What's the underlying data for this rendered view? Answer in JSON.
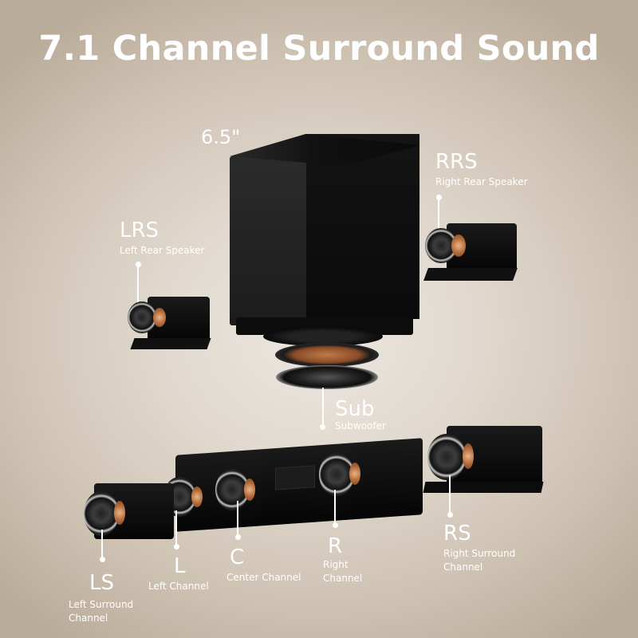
{
  "title": "7.1 Channel Surround Sound",
  "subwoofer_size": "6.5\"",
  "labels": {
    "rrs": {
      "code": "RRS",
      "name": "Right Rear Speaker"
    },
    "lrs": {
      "code": "LRS",
      "name": "Left Rear Speaker"
    },
    "sub": {
      "code": "Sub",
      "name": "Subwoofer"
    },
    "ls": {
      "code": "LS",
      "name_line1": "Left Surround",
      "name_line2": "Channel"
    },
    "l": {
      "code": "L",
      "name": "Left Channel"
    },
    "c": {
      "code": "C",
      "name": "Center Channel"
    },
    "r": {
      "code": "R",
      "name_line1": "Right",
      "name_line2": "Channel"
    },
    "rs": {
      "code": "RS",
      "name_line1": "Right Surround",
      "name_line2": "Channel"
    }
  },
  "colors": {
    "background": "#e1d9cf",
    "text": "#ffffff",
    "speaker_body": "#0a0a0a",
    "driver_copper": "#b8703f"
  }
}
